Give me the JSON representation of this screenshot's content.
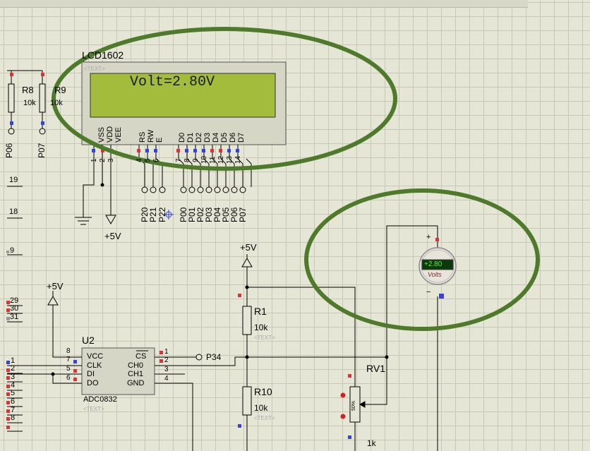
{
  "lcd": {
    "name": "LCD1602",
    "text_placeholder": "<TEXT>",
    "display_text": "Volt=2.80V",
    "pins": [
      "VSS",
      "VDD",
      "VEE",
      "RS",
      "RW",
      "E",
      "D0",
      "D1",
      "D2",
      "D3",
      "D4",
      "D5",
      "D6",
      "D7"
    ],
    "pin_numbers": [
      "1",
      "2",
      "3",
      "4",
      "5",
      "6",
      "7",
      "8",
      "9",
      "10",
      "11",
      "12",
      "13",
      "14"
    ],
    "net_labels": [
      "P20",
      "P21",
      "P22",
      "P00",
      "P01",
      "P02",
      "P03",
      "P04",
      "P05",
      "P06",
      "P07"
    ]
  },
  "resistors": {
    "r8": {
      "name": "R8",
      "value": "10k"
    },
    "r9": {
      "name": "R9",
      "value": "10k"
    },
    "r1": {
      "name": "R1",
      "value": "10k",
      "placeholder": "<TEXT>"
    },
    "r10": {
      "name": "R10",
      "value": "10k",
      "placeholder": "<TEXT>"
    }
  },
  "left_nets": {
    "p06": "P06",
    "p07": "P07"
  },
  "left_pin_numbers": [
    "19",
    "18",
    "9",
    "29",
    "30",
    "31",
    "1",
    "2",
    "3",
    "4",
    "5",
    "6",
    "7",
    "8"
  ],
  "power": {
    "lcd": "+5V",
    "r1": "+5V",
    "adc": "+5V"
  },
  "adc": {
    "ref": "U2",
    "part": "ADC0832",
    "placeholder": "<TEXT>",
    "left_pins": [
      "VCC",
      "CLK",
      "DI",
      "DO"
    ],
    "left_nums": [
      "8",
      "7",
      "5",
      "6"
    ],
    "right_pins": [
      "CS",
      "CH0",
      "CH1",
      "GND"
    ],
    "right_nums": [
      "1",
      "2",
      "3",
      "4"
    ]
  },
  "cs_net": "P34",
  "pot": {
    "name": "RV1",
    "value": "1k",
    "percent": "50%"
  },
  "voltmeter": {
    "reading": "+2.80",
    "unit": "Volts",
    "plus": "+",
    "minus": "−"
  },
  "colors": {
    "wire": "#000000",
    "highlight": "#4f7a2c",
    "lcd_bg": "#a4bc3c",
    "pin_red": "#dd3333",
    "pin_blue": "#3344dd",
    "meter_screen": "#0a3a0a",
    "meter_digits": "#66ee44"
  }
}
